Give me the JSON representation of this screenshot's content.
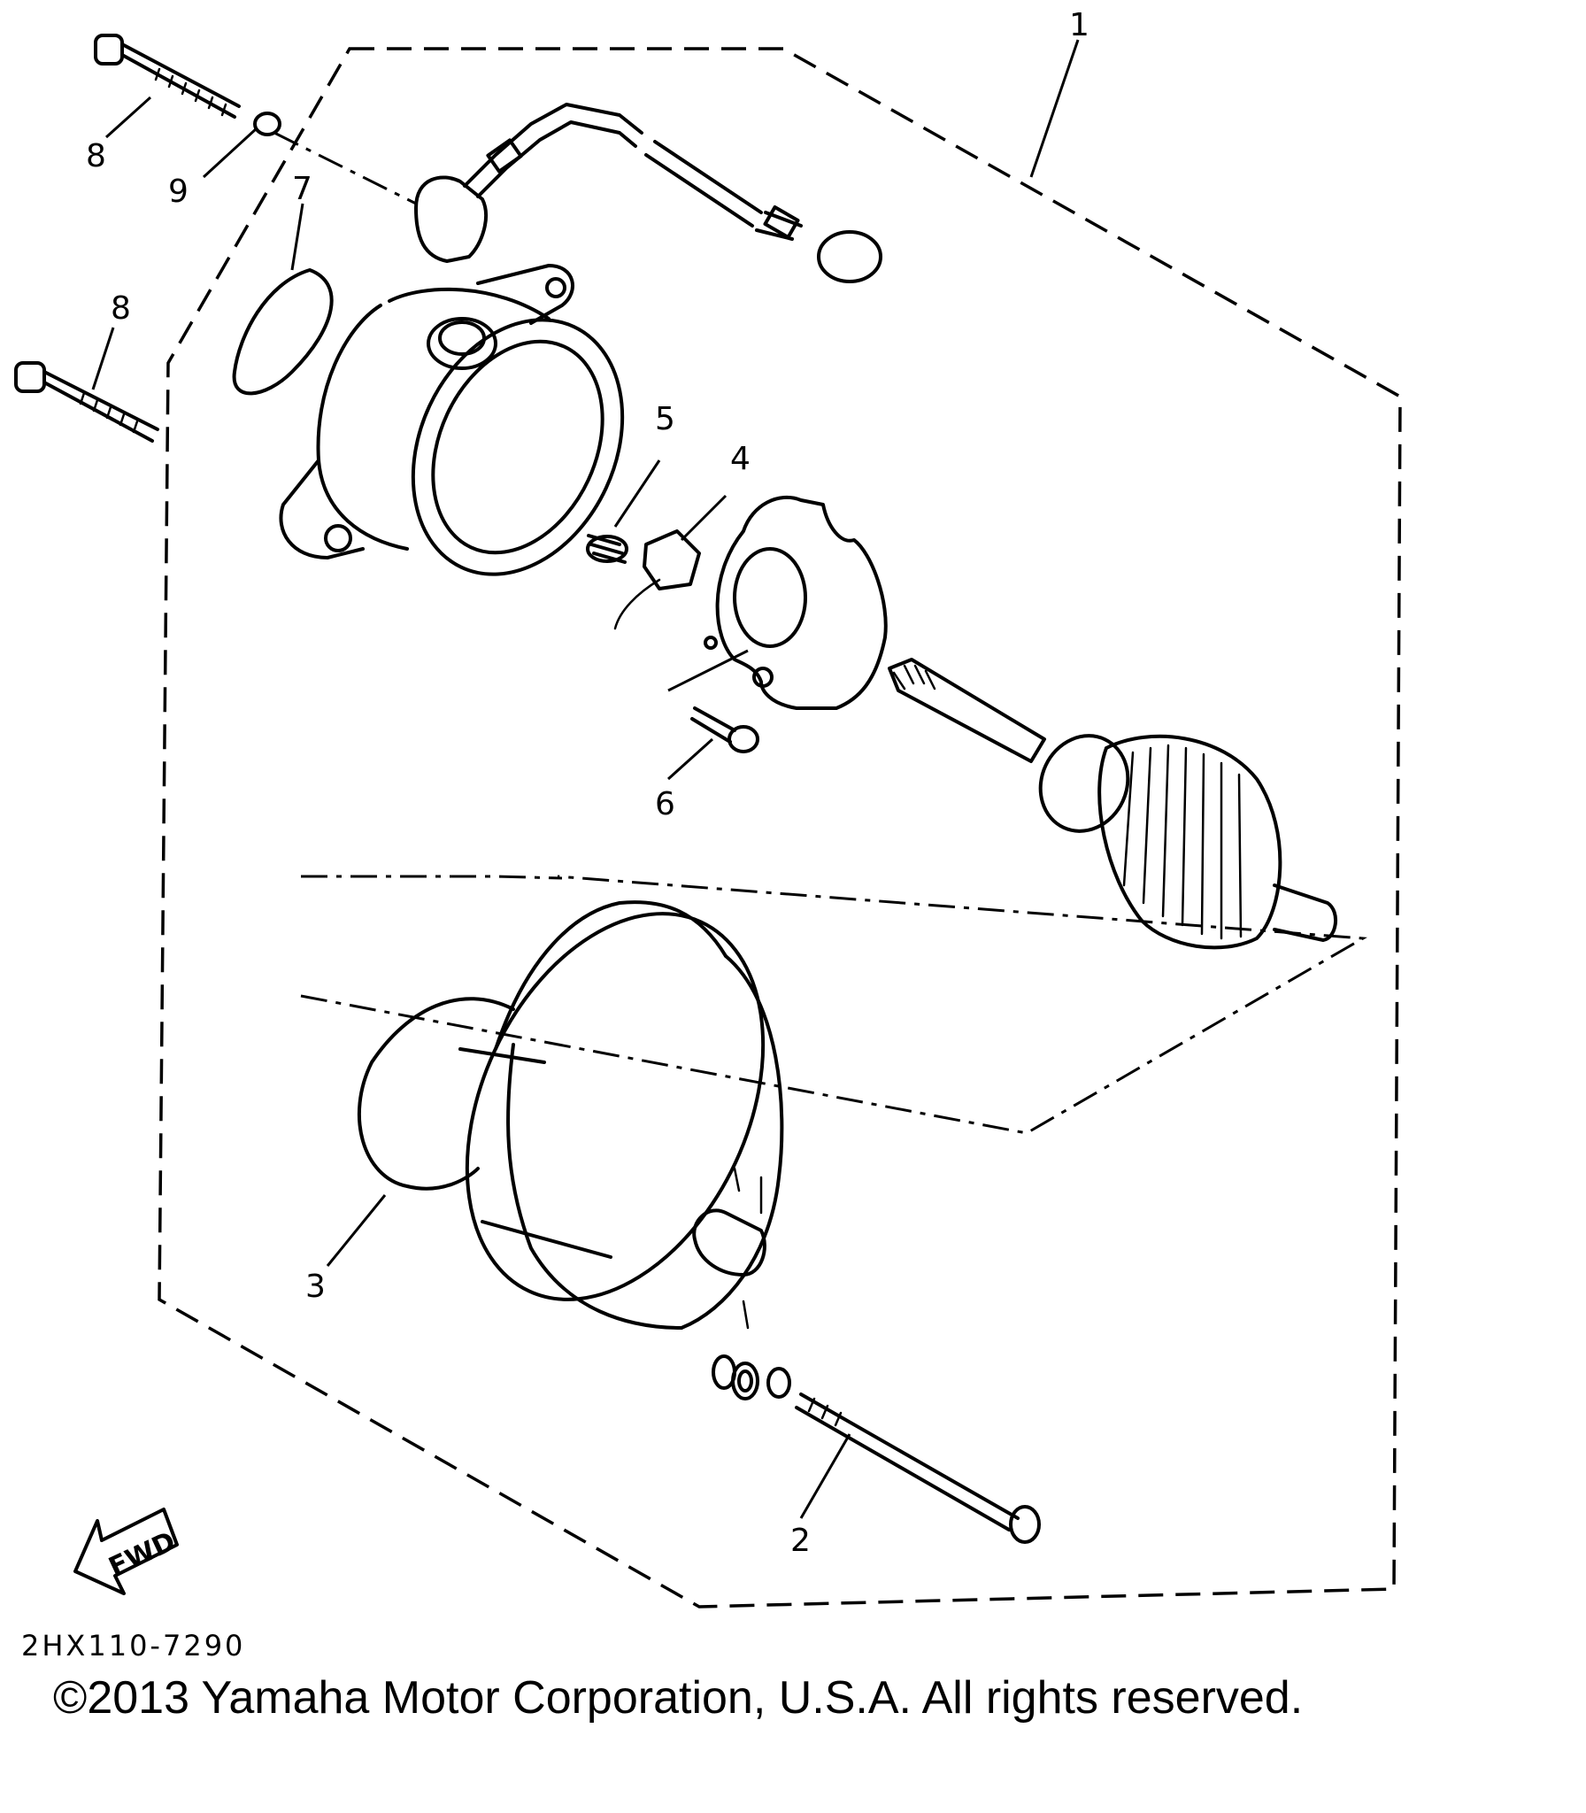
{
  "diagram": {
    "callouts": [
      {
        "id": "callout-1",
        "text": "1"
      },
      {
        "id": "callout-2",
        "text": "2"
      },
      {
        "id": "callout-3",
        "text": "3"
      },
      {
        "id": "callout-4",
        "text": "4"
      },
      {
        "id": "callout-5",
        "text": "5"
      },
      {
        "id": "callout-6",
        "text": "6"
      },
      {
        "id": "callout-7",
        "text": "7"
      },
      {
        "id": "callout-8a",
        "text": "8"
      },
      {
        "id": "callout-8b",
        "text": "8"
      },
      {
        "id": "callout-9",
        "text": "9"
      }
    ],
    "fwd_label": "FWD"
  },
  "footer": {
    "ref_code": "2HX110-7290",
    "copyright": "©2013 Yamaha Motor Corporation, U.S.A. All rights reserved."
  }
}
